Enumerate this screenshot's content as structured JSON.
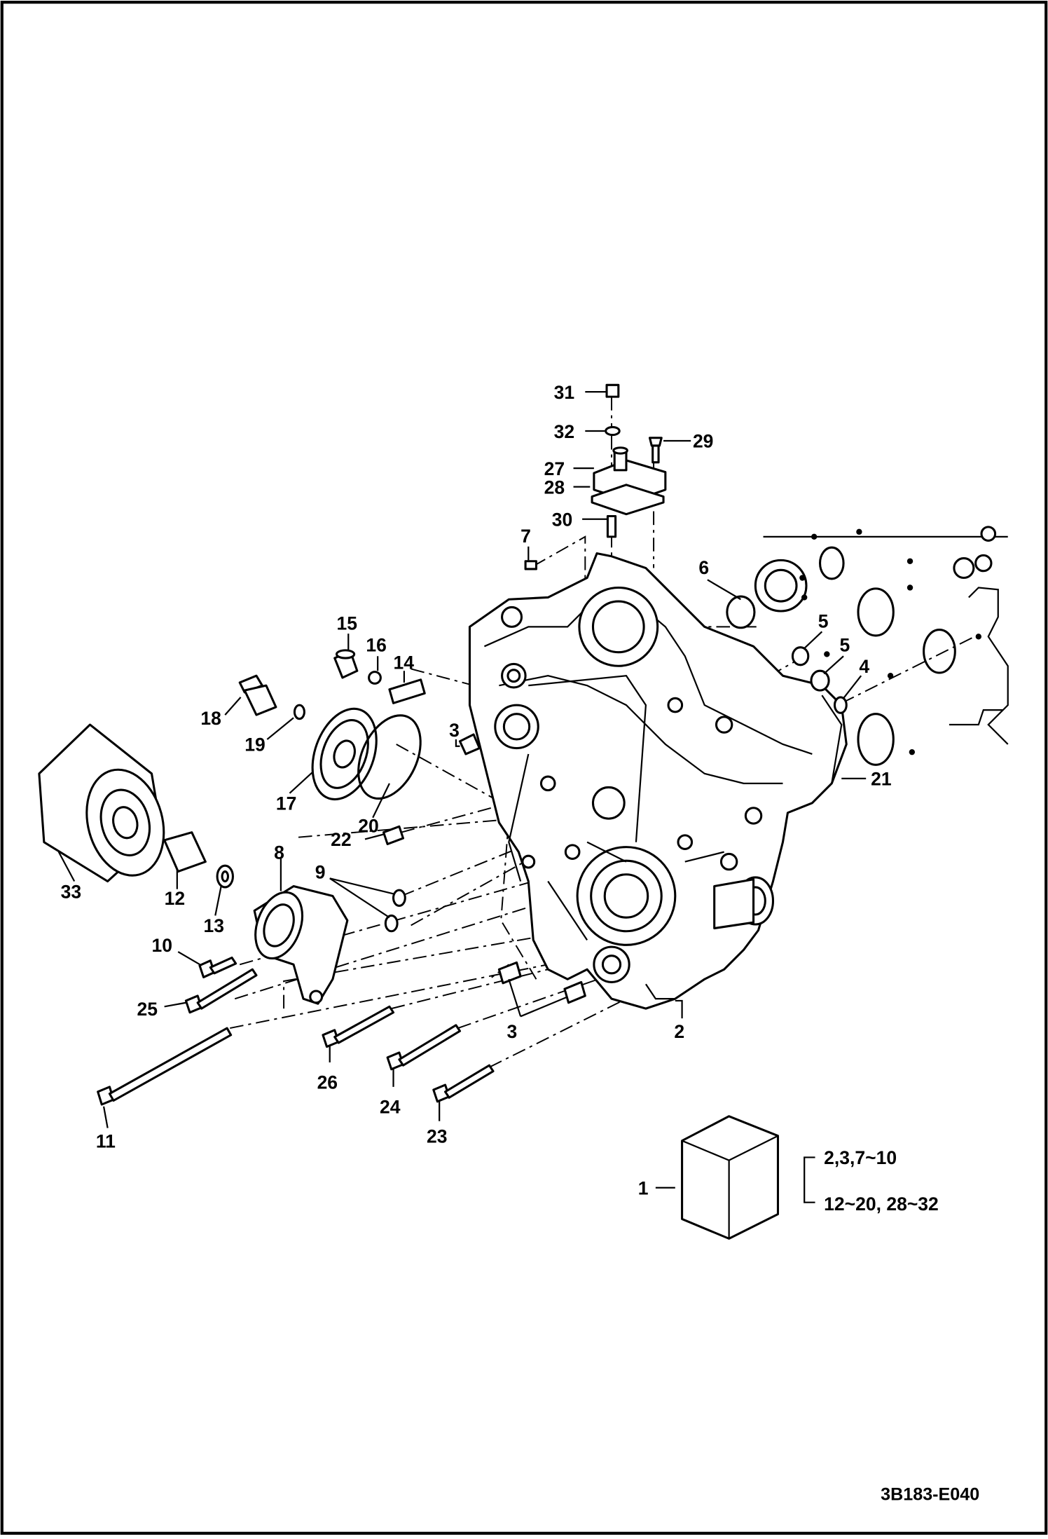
{
  "figure_code": "3B183-E040",
  "callouts": [
    {
      "id": "c31",
      "text": "31"
    },
    {
      "id": "c32",
      "text": "32"
    },
    {
      "id": "c29",
      "text": "29"
    },
    {
      "id": "c27",
      "text": "27"
    },
    {
      "id": "c28",
      "text": "28"
    },
    {
      "id": "c30",
      "text": "30"
    },
    {
      "id": "c7",
      "text": "7"
    },
    {
      "id": "c6",
      "text": "6"
    },
    {
      "id": "c5a",
      "text": "5"
    },
    {
      "id": "c5b",
      "text": "5"
    },
    {
      "id": "c4",
      "text": "4"
    },
    {
      "id": "c15",
      "text": "15"
    },
    {
      "id": "c16",
      "text": "16"
    },
    {
      "id": "c14",
      "text": "14"
    },
    {
      "id": "c18",
      "text": "18"
    },
    {
      "id": "c19",
      "text": "19"
    },
    {
      "id": "c17",
      "text": "17"
    },
    {
      "id": "c3a",
      "text": "3"
    },
    {
      "id": "c20",
      "text": "20"
    },
    {
      "id": "c22",
      "text": "22"
    },
    {
      "id": "c21",
      "text": "21"
    },
    {
      "id": "c33",
      "text": "33"
    },
    {
      "id": "c12",
      "text": "12"
    },
    {
      "id": "c13",
      "text": "13"
    },
    {
      "id": "c8",
      "text": "8"
    },
    {
      "id": "c9",
      "text": "9"
    },
    {
      "id": "c10",
      "text": "10"
    },
    {
      "id": "c25",
      "text": "25"
    },
    {
      "id": "c3b",
      "text": "3"
    },
    {
      "id": "c2",
      "text": "2"
    },
    {
      "id": "c26",
      "text": "26"
    },
    {
      "id": "c24",
      "text": "24"
    },
    {
      "id": "c11",
      "text": "11"
    },
    {
      "id": "c23",
      "text": "23"
    },
    {
      "id": "c1",
      "text": "1"
    }
  ],
  "kit": {
    "label": "1",
    "contents": [
      "2,3,7~10",
      "12~20, 28~32"
    ]
  }
}
